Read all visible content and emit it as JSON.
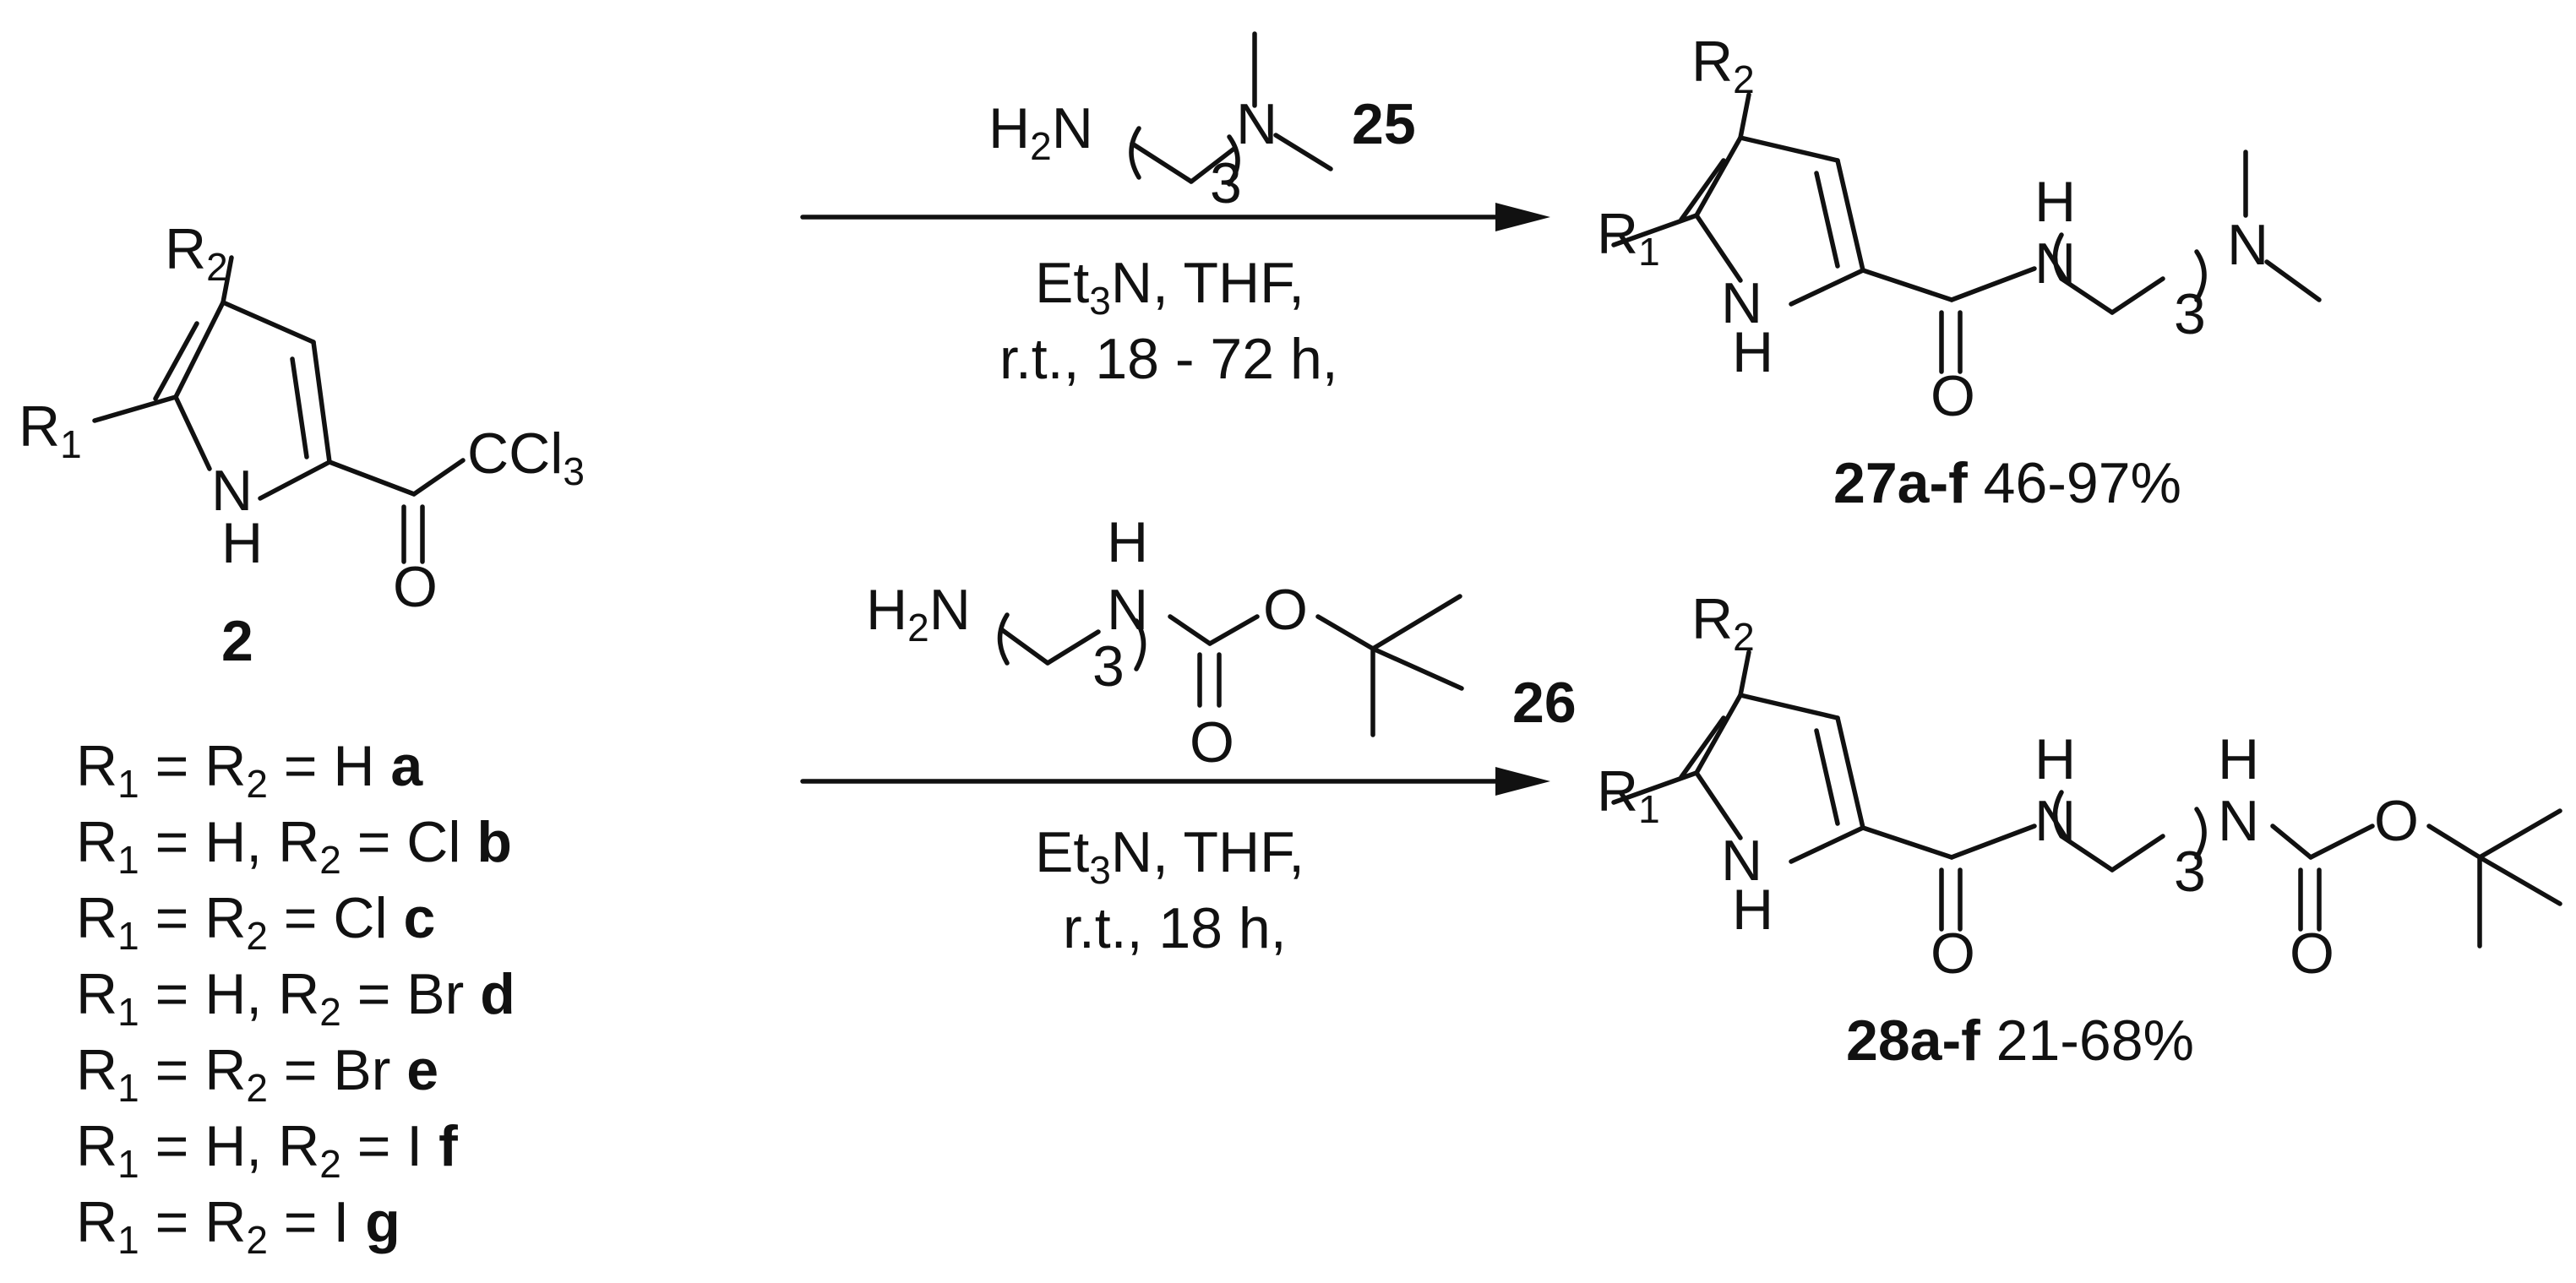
{
  "compound_2": {
    "R2": "R",
    "R2_sub": "2",
    "R1": "R",
    "R1_sub": "1",
    "NH_N": "N",
    "NH_H": "H",
    "ccl3_main": "CCl",
    "ccl3_sub": "3",
    "O": "O",
    "label": "2"
  },
  "substituents": [
    {
      "pre1": "R",
      "s1": "1",
      "mid": " = R",
      "s2": "2",
      "post": " = H ",
      "id": "a"
    },
    {
      "pre1": "R",
      "s1": "1",
      "mid": " = H, R",
      "s2": "2",
      "post": " = Cl ",
      "id": "b"
    },
    {
      "pre1": "R",
      "s1": "1",
      "mid": " = R",
      "s2": "2",
      "post": " = Cl ",
      "id": "c"
    },
    {
      "pre1": "R",
      "s1": "1",
      "mid": " = H, R",
      "s2": "2",
      "post": " = Br ",
      "id": "d"
    },
    {
      "pre1": "R",
      "s1": "1",
      "mid": " = R",
      "s2": "2",
      "post": " = Br ",
      "id": "e"
    },
    {
      "pre1": "R",
      "s1": "1",
      "mid": " = H, R",
      "s2": "2",
      "post": " = I ",
      "id": "f"
    },
    {
      "pre1": "R",
      "s1": "1",
      "mid": " = R",
      "s2": "2",
      "post": " = I ",
      "id": "g"
    }
  ],
  "reagent_25": {
    "H": "H",
    "sub2": "2",
    "N": "N",
    "n": "3",
    "N2": "N",
    "label": "25"
  },
  "conditions_1": {
    "line1_a": "Et",
    "line1_sub": "3",
    "line1_b": "N, THF,",
    "line2": "r.t., 18 - 72 h,"
  },
  "reagent_26": {
    "H": "H",
    "sub2": "2",
    "N": "N",
    "n": "3",
    "NH_N": "N",
    "NH_H": "H",
    "O_ester": "O",
    "O_carbonyl": "O",
    "label": "26"
  },
  "conditions_2": {
    "line1_a": "Et",
    "line1_sub": "3",
    "line1_b": "N, THF,",
    "line2": "r.t., 18 h,"
  },
  "product_27": {
    "R2": "R",
    "R2_sub": "2",
    "R1": "R",
    "R1_sub": "1",
    "NH_N": "N",
    "NH_H": "H",
    "amide_N": "N",
    "amide_H": "H",
    "n": "3",
    "N_dimethyl": "N",
    "O": "O",
    "label": "27a-f",
    "yield": " 46-97%"
  },
  "product_28": {
    "R2": "R",
    "R2_sub": "2",
    "R1": "R",
    "R1_sub": "1",
    "NH_N": "N",
    "NH_H": "H",
    "amide_N": "N",
    "amide_H": "H",
    "n": "3",
    "carbamate_N": "N",
    "carbamate_H": "H",
    "O_ester": "O",
    "O_amide": "O",
    "O_carbamate": "O",
    "label": "28a-f",
    "yield": " 21-68%"
  }
}
